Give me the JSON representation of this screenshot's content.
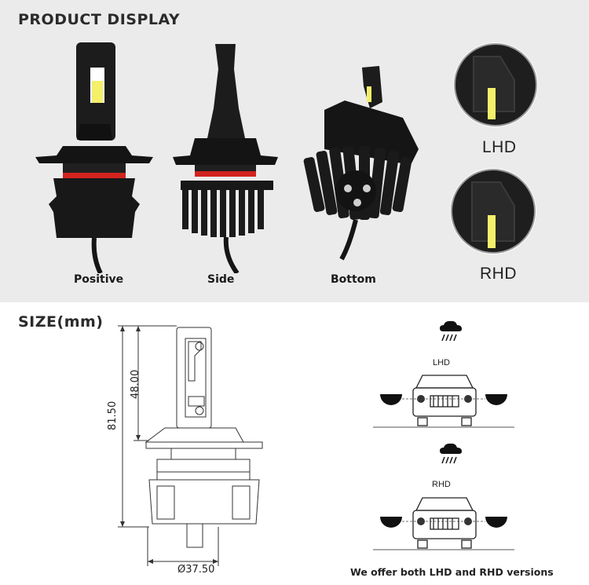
{
  "product_display": {
    "title": "PRODUCT DISPLAY",
    "views": [
      {
        "label": "Positive"
      },
      {
        "label": "Side"
      },
      {
        "label": "Bottom"
      }
    ],
    "zoom": [
      {
        "label": "LHD"
      },
      {
        "label": "RHD"
      }
    ]
  },
  "size": {
    "title": "SIZE(mm)",
    "total_height": "81.50",
    "upper_height": "48.00",
    "diameter": "Ø37.50"
  },
  "beam": {
    "lhd_label": "LHD",
    "rhd_label": "RHD",
    "footnote": "We offer both LHD and RHD versions"
  },
  "colors": {
    "background_top": "#ebebeb",
    "bulb_body": "#1a1a1a",
    "red_ring": "#d2231e",
    "led_chip": "#f4f06a"
  }
}
